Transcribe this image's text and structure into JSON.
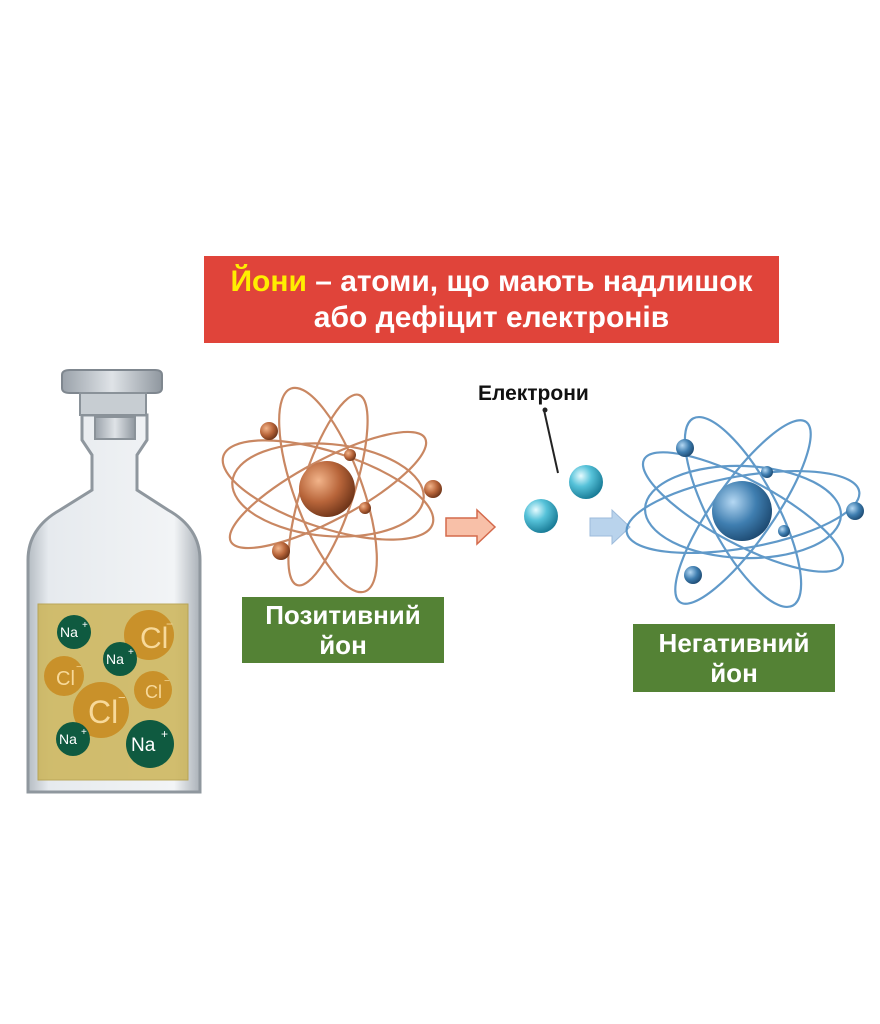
{
  "title": {
    "term": "Йони",
    "line1_rest": " – атоми, що мають надлишок",
    "line2": "або дефіцит електронів"
  },
  "electrons_caption": "Електрони",
  "positive_ion": {
    "line1": "Позитивний",
    "line2": "йон"
  },
  "negative_ion": {
    "line1": "Негативний",
    "line2": "йон"
  },
  "bottle_ions": {
    "sodium": "Na",
    "chlorine": "Cl",
    "sodium_charge": "+",
    "chlorine_charge": "−"
  },
  "colors": {
    "title_bg": "#e0443a",
    "title_term": "#ffee00",
    "label_bg": "#548235",
    "positive_atom": "#b8653a",
    "negative_atom": "#3f7eb0",
    "electron": "#37a9c4",
    "na_ion": "#0f5a40",
    "cl_ion": "#c8891e"
  }
}
